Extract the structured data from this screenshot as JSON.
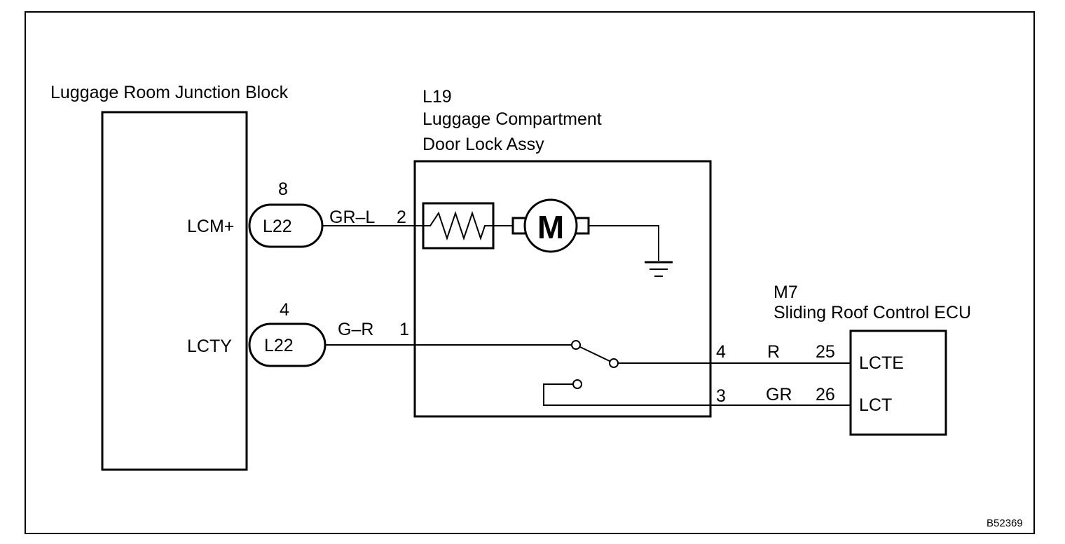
{
  "junction_block": {
    "title": "Luggage Room Junction Block",
    "pins": [
      {
        "name": "LCM+",
        "connector": "L22",
        "pin": "8"
      },
      {
        "name": "LCTY",
        "connector": "L22",
        "pin": "4"
      }
    ]
  },
  "door_lock": {
    "code": "L19",
    "title_line1": "Luggage Compartment",
    "title_line2": "Door Lock Assy",
    "motor_label": "M",
    "pins": [
      "2",
      "1",
      "4",
      "3"
    ]
  },
  "ecu": {
    "code": "M7",
    "title": "Sliding Roof Control ECU",
    "pins": [
      {
        "name": "LCTE",
        "pin": "25"
      },
      {
        "name": "LCT",
        "pin": "26"
      }
    ]
  },
  "wires": [
    {
      "color": "GR–L"
    },
    {
      "color": "G–R"
    },
    {
      "color": "R"
    },
    {
      "color": "GR"
    }
  ],
  "figure_id": "B52369"
}
